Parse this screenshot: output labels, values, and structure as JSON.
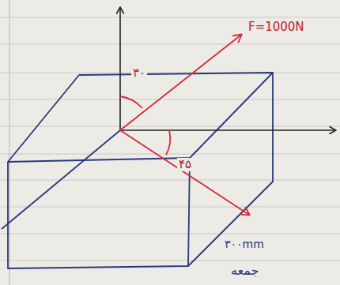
{
  "diagram": {
    "labels": [
      "F=1000N",
      "۳۰",
      "۴۵",
      "۳۰۰mm",
      "جمعه"
    ]
  }
}
